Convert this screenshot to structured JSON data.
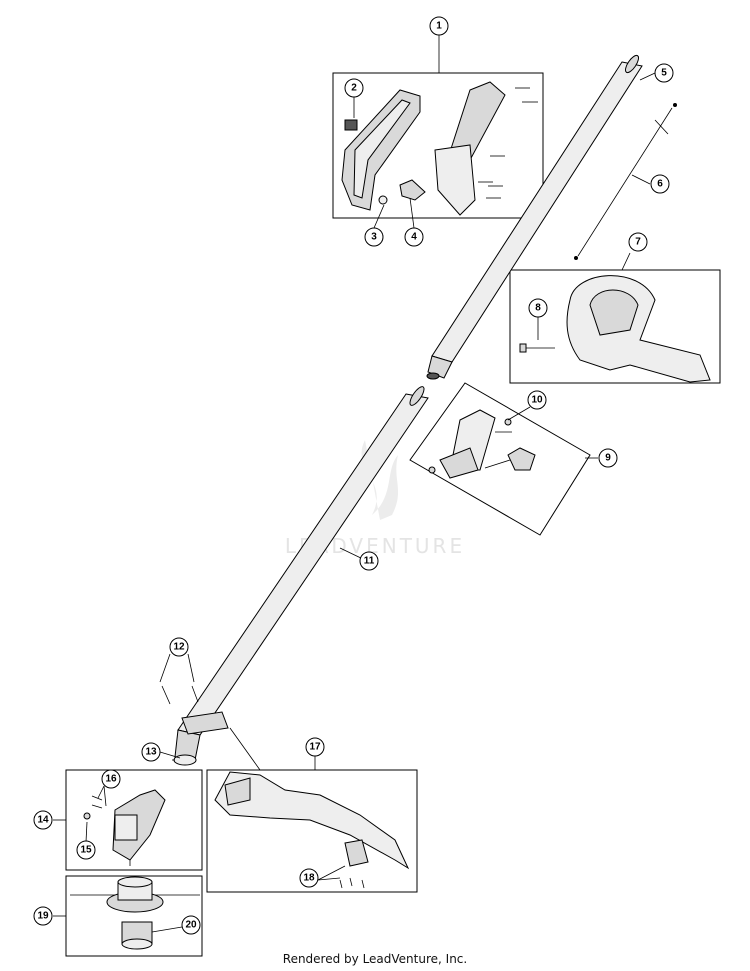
{
  "watermark": "LEADVENTURE",
  "footer": "Rendered by LeadVenture, Inc.",
  "callouts": [
    "1",
    "2",
    "3",
    "4",
    "5",
    "6",
    "7",
    "8",
    "9",
    "10",
    "11",
    "12",
    "13",
    "14",
    "15",
    "16",
    "17",
    "18",
    "19",
    "20"
  ]
}
